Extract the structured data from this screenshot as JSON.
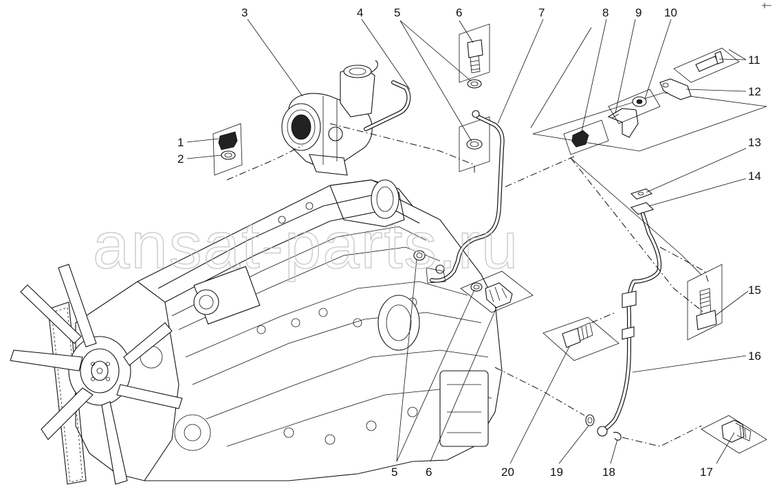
{
  "watermark": "ansat-parts.ru",
  "callouts": [
    {
      "id": "c1",
      "text": "1"
    },
    {
      "id": "c2",
      "text": "2"
    },
    {
      "id": "c3",
      "text": "3"
    },
    {
      "id": "c4",
      "text": "4"
    },
    {
      "id": "c5a",
      "text": "5"
    },
    {
      "id": "c6a",
      "text": "6"
    },
    {
      "id": "c7",
      "text": "7"
    },
    {
      "id": "c8",
      "text": "8"
    },
    {
      "id": "c9",
      "text": "9"
    },
    {
      "id": "c10",
      "text": "10"
    },
    {
      "id": "c11",
      "text": "11"
    },
    {
      "id": "c12",
      "text": "12"
    },
    {
      "id": "c13",
      "text": "13"
    },
    {
      "id": "c14",
      "text": "14"
    },
    {
      "id": "c15",
      "text": "15"
    },
    {
      "id": "c16",
      "text": "16"
    },
    {
      "id": "c17",
      "text": "17"
    },
    {
      "id": "c18",
      "text": "18"
    },
    {
      "id": "c19",
      "text": "19"
    },
    {
      "id": "c20",
      "text": "20"
    },
    {
      "id": "c5b",
      "text": "5"
    },
    {
      "id": "c6b",
      "text": "6"
    }
  ]
}
